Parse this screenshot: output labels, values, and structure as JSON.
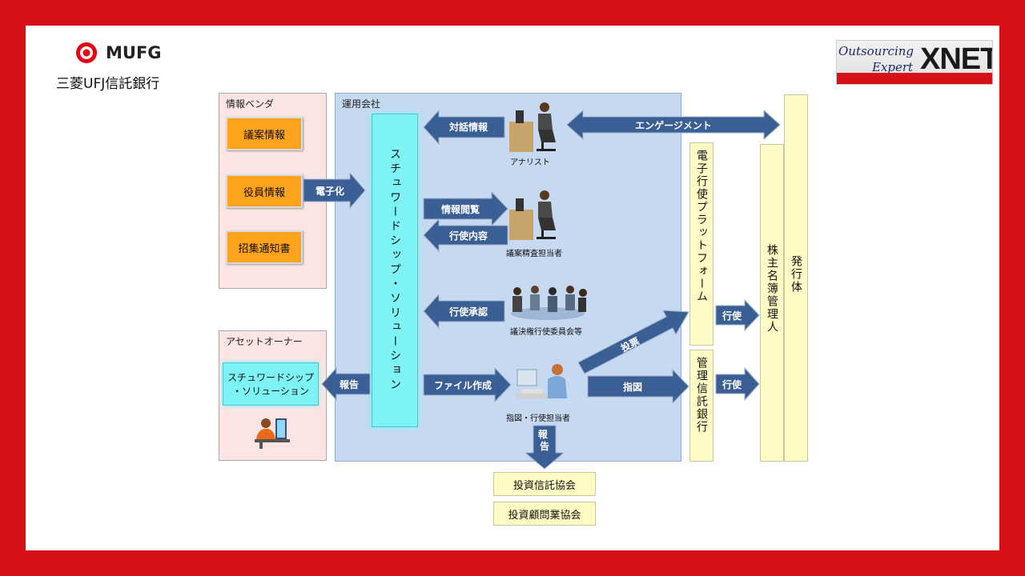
{
  "header": {
    "mufg_logo_text": "MUFG",
    "bank_name": "三菱UFJ信託銀行",
    "xnet_line1": "Outsourcing",
    "xnet_line2": "Expert",
    "xnet_brand": "XNET"
  },
  "vendor": {
    "title": "情報ベンダ",
    "items": [
      "議案情報",
      "役員情報",
      "招集通知書"
    ]
  },
  "owner": {
    "title": "アセットオーナー",
    "solution_line1": "スチュワードシップ",
    "solution_line2": "・ソリューション"
  },
  "manager": {
    "title": "運用会社",
    "solution_vertical": "スチュワードシップ・ソリューション"
  },
  "people": {
    "analyst": "アナリスト",
    "reviewer": "議案精査担当者",
    "committee": "議決権行使委員会等",
    "instructor": "指図・行使担当者"
  },
  "arrows": {
    "digitize": "電子化",
    "dialogue": "対話情報",
    "engagement": "エンゲージメント",
    "browse": "情報閲覧",
    "exercise_content": "行使内容",
    "approval": "行使承認",
    "report_owner": "報告",
    "file_create": "ファイル作成",
    "vote": "投票",
    "instruction": "指図",
    "exercise1": "行使",
    "exercise2": "行使",
    "report_down": "報告"
  },
  "right": {
    "platform": "電子行使プラットフォーム",
    "trust_bank": "管理信託銀行",
    "registry": "株主名簿管理人",
    "issuer": "発行体"
  },
  "associations": [
    "投資信託協会",
    "投資顧問業協会"
  ],
  "colors": {
    "frame_red": "#d7111a",
    "arrow_blue": "#3a5f94",
    "orange": "#ffa21c",
    "cyan": "#7ef3f6",
    "yellow": "#fffbc4",
    "panel_blue": "#c6d9f0",
    "panel_pink": "#fbe5e4"
  }
}
